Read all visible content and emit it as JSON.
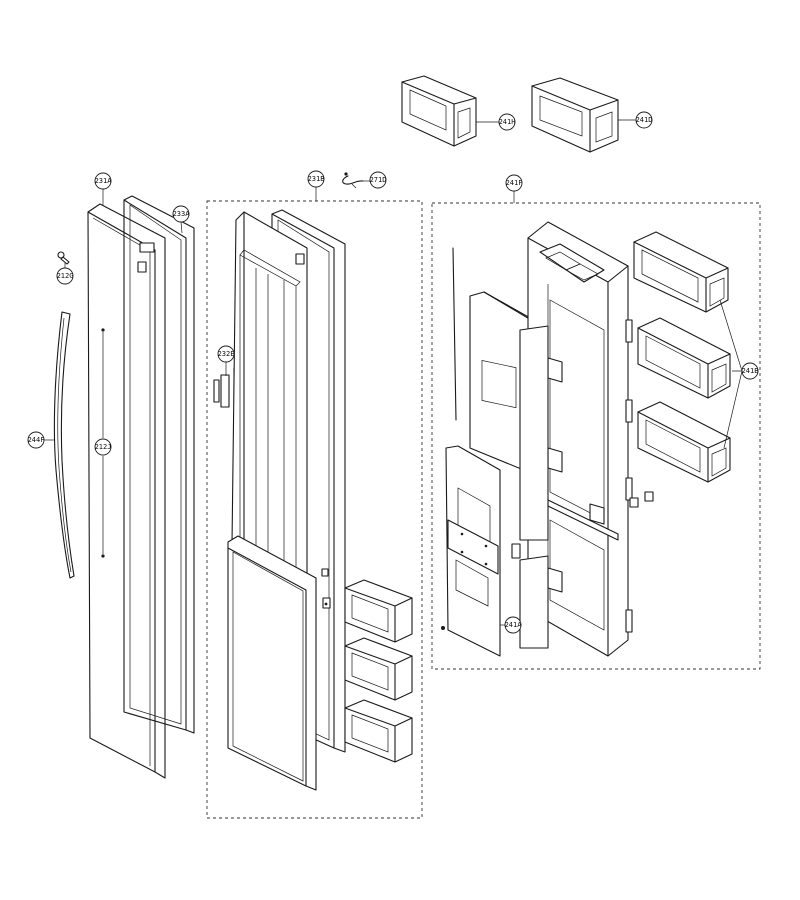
{
  "callouts": {
    "c231A": "231A",
    "c233A": "233A",
    "c212G": "212G",
    "c244F": "244F",
    "c212J": "212J",
    "c231B": "231B",
    "c271D": "271D",
    "c232E": "232E",
    "c241H": "241H",
    "c241D": "241D",
    "c241F": "241F",
    "c241B": "241B",
    "c241A": "241A"
  }
}
